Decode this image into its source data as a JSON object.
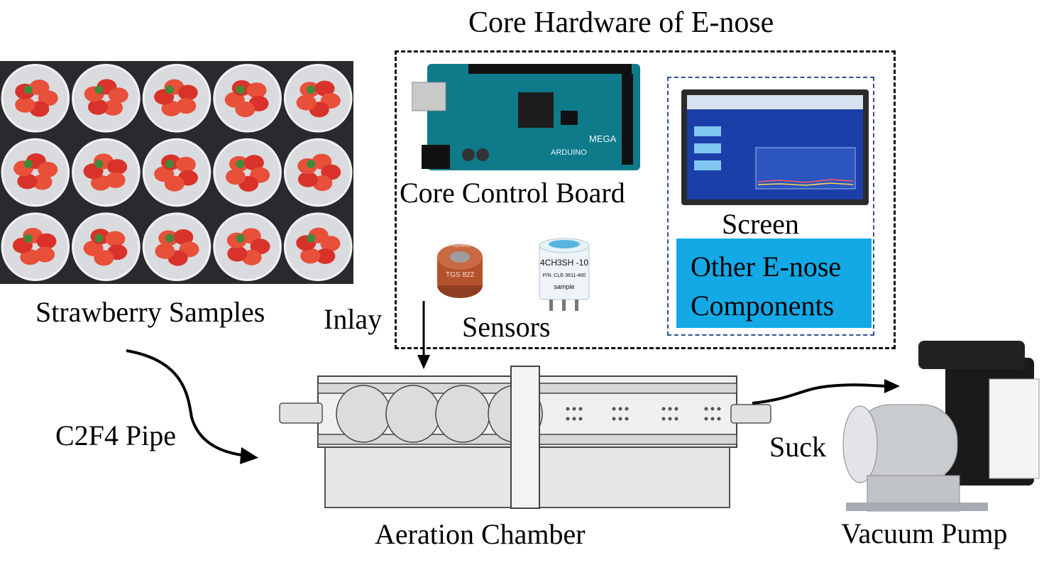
{
  "title": "Core Hardware of E-nose",
  "labels": {
    "core_control_board": "Core Control Board",
    "screen": "Screen",
    "other_line1": "Other E-nose",
    "other_line2": "Components",
    "sensors": "Sensors",
    "inlay": "Inlay",
    "strawberry_samples": "Strawberry Samples",
    "c2f4_pipe": "C2F4 Pipe",
    "aeration_chamber": "Aeration Chamber",
    "suck": "Suck",
    "vacuum_pump": "Vacuum Pump"
  },
  "sensor_text": {
    "tgs_brand": "FIGARO",
    "tgs_model": "TGS 822",
    "cle_line1": "4CH3SH -10",
    "cle_line2": "P/N: CLE-3611-400",
    "cle_line3": "sample"
  },
  "board_text": {
    "brand": "ARDUINO",
    "model": "MEGA"
  },
  "colors": {
    "other_box": "#12a9e6",
    "board": "#0f7a8a",
    "screen_bg": "#1b3fa8",
    "sensor_tgs": "#b5522e",
    "pump_body": "#1a1a1a"
  }
}
